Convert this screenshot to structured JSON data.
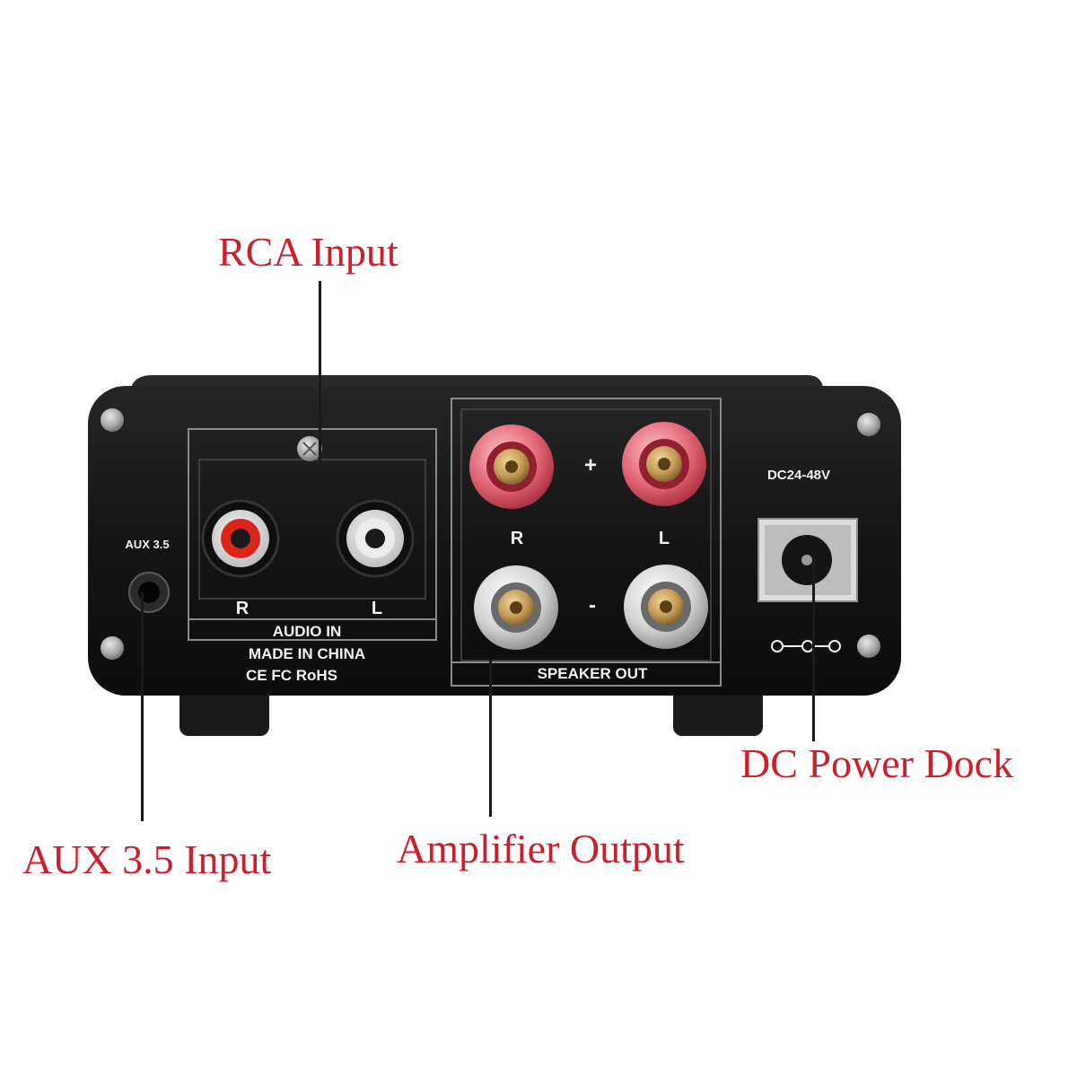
{
  "callouts": {
    "rca_input": "RCA Input",
    "aux_input": "AUX 3.5 Input",
    "amplifier_output": "Amplifier Output",
    "dc_power_dock": "DC Power Dock"
  },
  "panel_markings": {
    "aux": "AUX 3.5",
    "rca_right": "R",
    "rca_left": "L",
    "audio_in": "AUDIO IN",
    "made_in": "MADE IN CHINA",
    "certifications": "CE FC RoHS",
    "speaker_plus": "+",
    "speaker_minus": "-",
    "speaker_right": "R",
    "speaker_left": "L",
    "speaker_out": "SPEAKER OUT",
    "dc_voltage": "DC24-48V"
  },
  "colors": {
    "callout_text": "#cc1f2c",
    "chassis": "#141414",
    "rca_right_ring": "#d8261a",
    "rca_left_ring": "#ececec",
    "terminal_positive": "#d9485a",
    "terminal_negative": "#cfcfcf",
    "terminal_core": "#c39a55"
  }
}
